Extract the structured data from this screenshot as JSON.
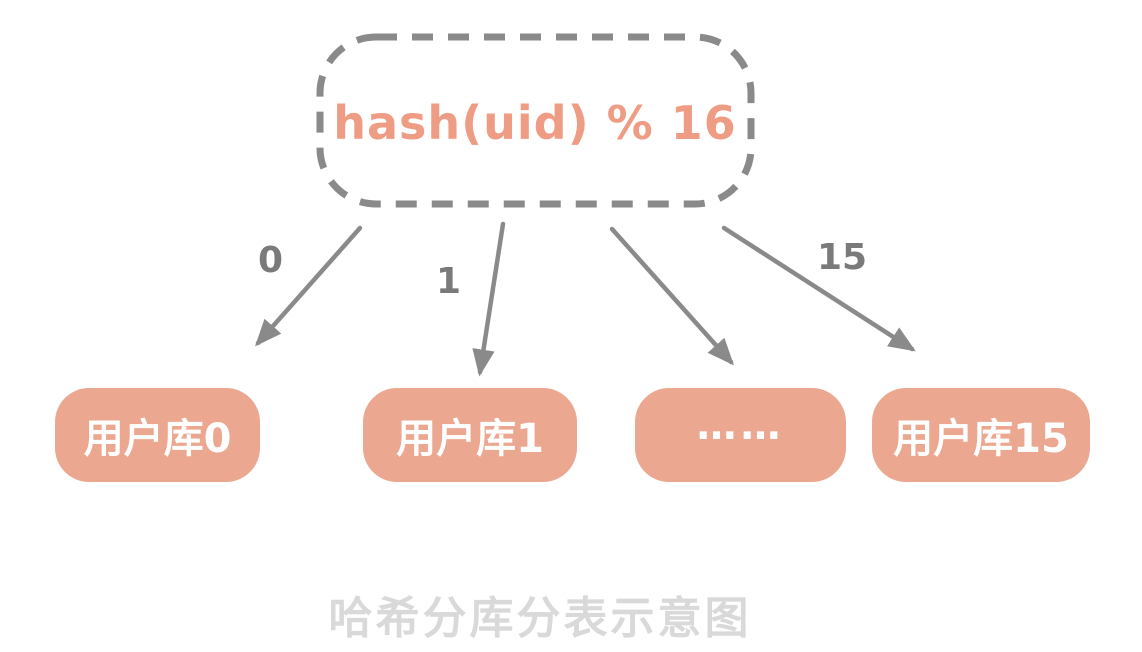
{
  "diagram": {
    "hash_node": {
      "label": "hash(uid) % 16"
    },
    "arrows": [
      {
        "label": "0",
        "target": "用户库0"
      },
      {
        "label": "1",
        "target": "用户库1"
      },
      {
        "label": "",
        "target": "……"
      },
      {
        "label": "15",
        "target": "用户库15"
      }
    ],
    "shards": [
      {
        "label": "用户库0"
      },
      {
        "label": "用户库1"
      },
      {
        "label": "……"
      },
      {
        "label": "用户库15"
      }
    ],
    "caption": "哈希分库分表示意图",
    "colors": {
      "shard_fill": "#EBA78F",
      "hash_text": "#EE9C84",
      "stroke_gray": "#8A8A8A",
      "label_gray": "#7A7A7A",
      "caption_gray": "#D9D9D9",
      "shard_text": "#FFFFFF"
    }
  }
}
